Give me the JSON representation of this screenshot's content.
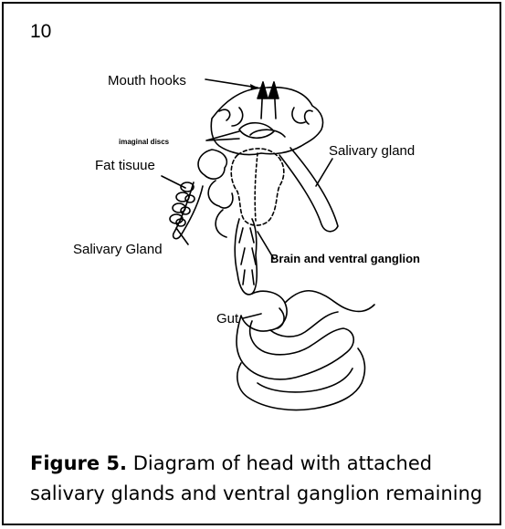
{
  "page_number": "10",
  "labels": {
    "mouth_hooks": "Mouth hooks",
    "imaginal_discs": "imaginal discs",
    "fat_tissue": "Fat tisuue",
    "salivary_gland_right": "Salivary gland",
    "salivary_gland_left": "Salivary Gland",
    "brain_ventral": "Brain and ventral ganglion",
    "gut": "Gut"
  },
  "caption": {
    "bold": "Figure 5.",
    "text": " Diagram of head with attached salivary glands and ventral ganglion remaining"
  }
}
